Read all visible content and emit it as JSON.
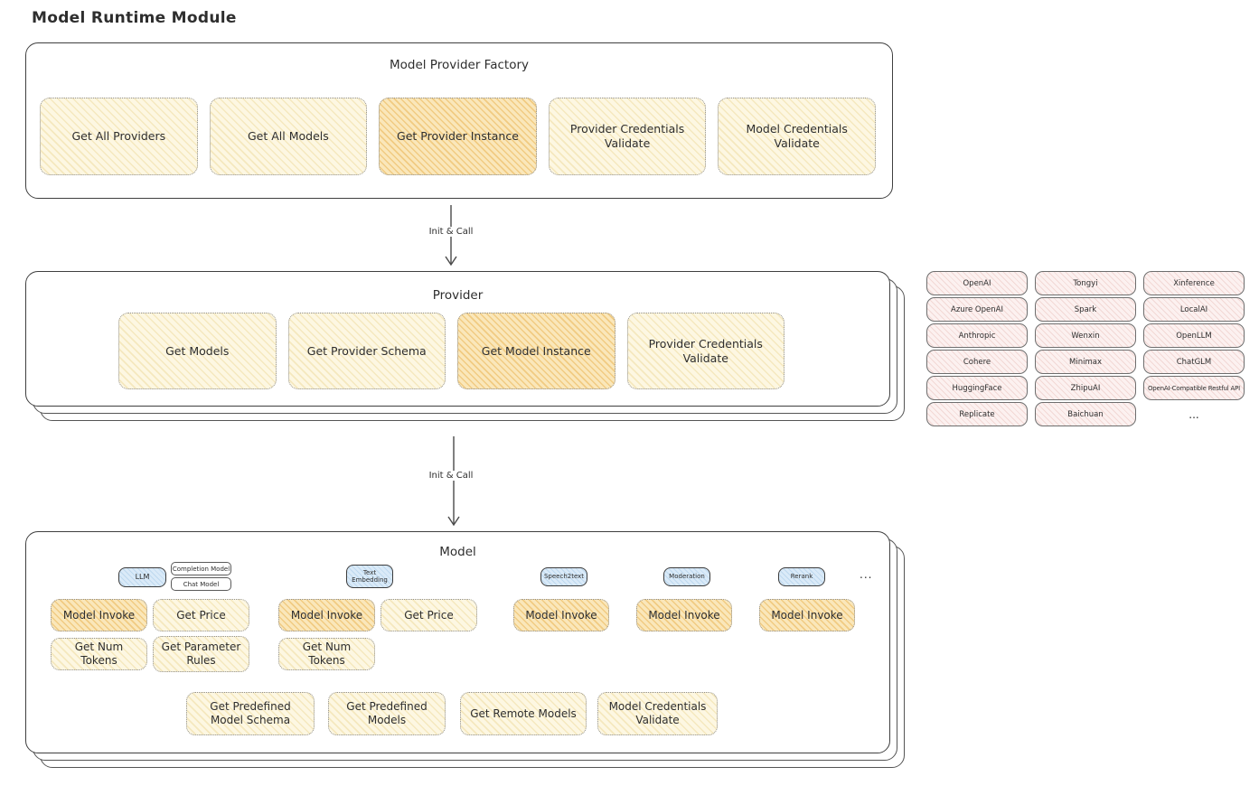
{
  "page_title": "Model Runtime Module",
  "colors": {
    "ink": "#2e2e2e",
    "box_border": "#3f3f3f",
    "dotted_border": "#8f8f8f",
    "yellow_fill": "#FDF7E2",
    "yellow_hatch": "#F5E8BE",
    "orange_fill": "#FAE7BA",
    "orange_hatch": "#F1CB82",
    "pink_fill": "#FCF1F0",
    "pink_hatch": "#F2D8D5",
    "blue_fill": "#DAEAF8",
    "blue_hatch": "#BED9EF"
  },
  "factory": {
    "title": "Model Provider Factory",
    "items": [
      {
        "label": "Get All Providers",
        "highlighted": false
      },
      {
        "label": "Get All Models",
        "highlighted": false
      },
      {
        "label": "Get Provider Instance",
        "highlighted": true
      },
      {
        "label": "Provider Credentials Validate",
        "highlighted": false
      },
      {
        "label": "Model Credentials Validate",
        "highlighted": false
      }
    ]
  },
  "arrow1": {
    "label": "Init & Call"
  },
  "provider": {
    "title": "Provider",
    "items": [
      {
        "label": "Get Models",
        "highlighted": false
      },
      {
        "label": "Get Provider Schema",
        "highlighted": false
      },
      {
        "label": "Get Model Instance",
        "highlighted": true
      },
      {
        "label": "Provider Credentials Validate",
        "highlighted": false
      }
    ]
  },
  "provider_list": {
    "rows": [
      [
        "OpenAI",
        "Tongyi",
        "Xinference"
      ],
      [
        "Azure OpenAI",
        "Spark",
        "LocalAI"
      ],
      [
        "Anthropic",
        "Wenxin",
        "OpenLLM"
      ],
      [
        "Cohere",
        "Minimax",
        "ChatGLM"
      ],
      [
        "HuggingFace",
        "ZhipuAI",
        "OpenAI-Compatible Restful API"
      ],
      [
        "Replicate",
        "Baichuan"
      ]
    ],
    "more": "..."
  },
  "arrow2": {
    "label": "Init & Call"
  },
  "model": {
    "title": "Model",
    "tags": {
      "llm": "LLM",
      "completion_model": "Completion Model",
      "chat_model": "Chat Model",
      "text_embedding": "Text Embedding",
      "speech2text": "Speech2text",
      "moderation": "Moderation",
      "rerank": "Rerank",
      "more": "..."
    },
    "functions": {
      "llm_model_invoke": "Model Invoke",
      "llm_get_price": "Get Price",
      "llm_get_num_tokens": "Get Num Tokens",
      "llm_get_parameter_rules": "Get Parameter Rules",
      "embedding_model_invoke": "Model Invoke",
      "embedding_get_price": "Get Price",
      "embedding_get_num_tokens": "Get Num Tokens",
      "speech2text_model_invoke": "Model Invoke",
      "moderation_model_invoke": "Model Invoke",
      "rerank_model_invoke": "Model Invoke"
    },
    "shared": {
      "get_predefined_model_schema": "Get Predefined Model Schema",
      "get_predefined_models": "Get Predefined Models",
      "get_remote_models": "Get Remote Models",
      "model_credentials_validate": "Model Credentials Validate"
    }
  }
}
